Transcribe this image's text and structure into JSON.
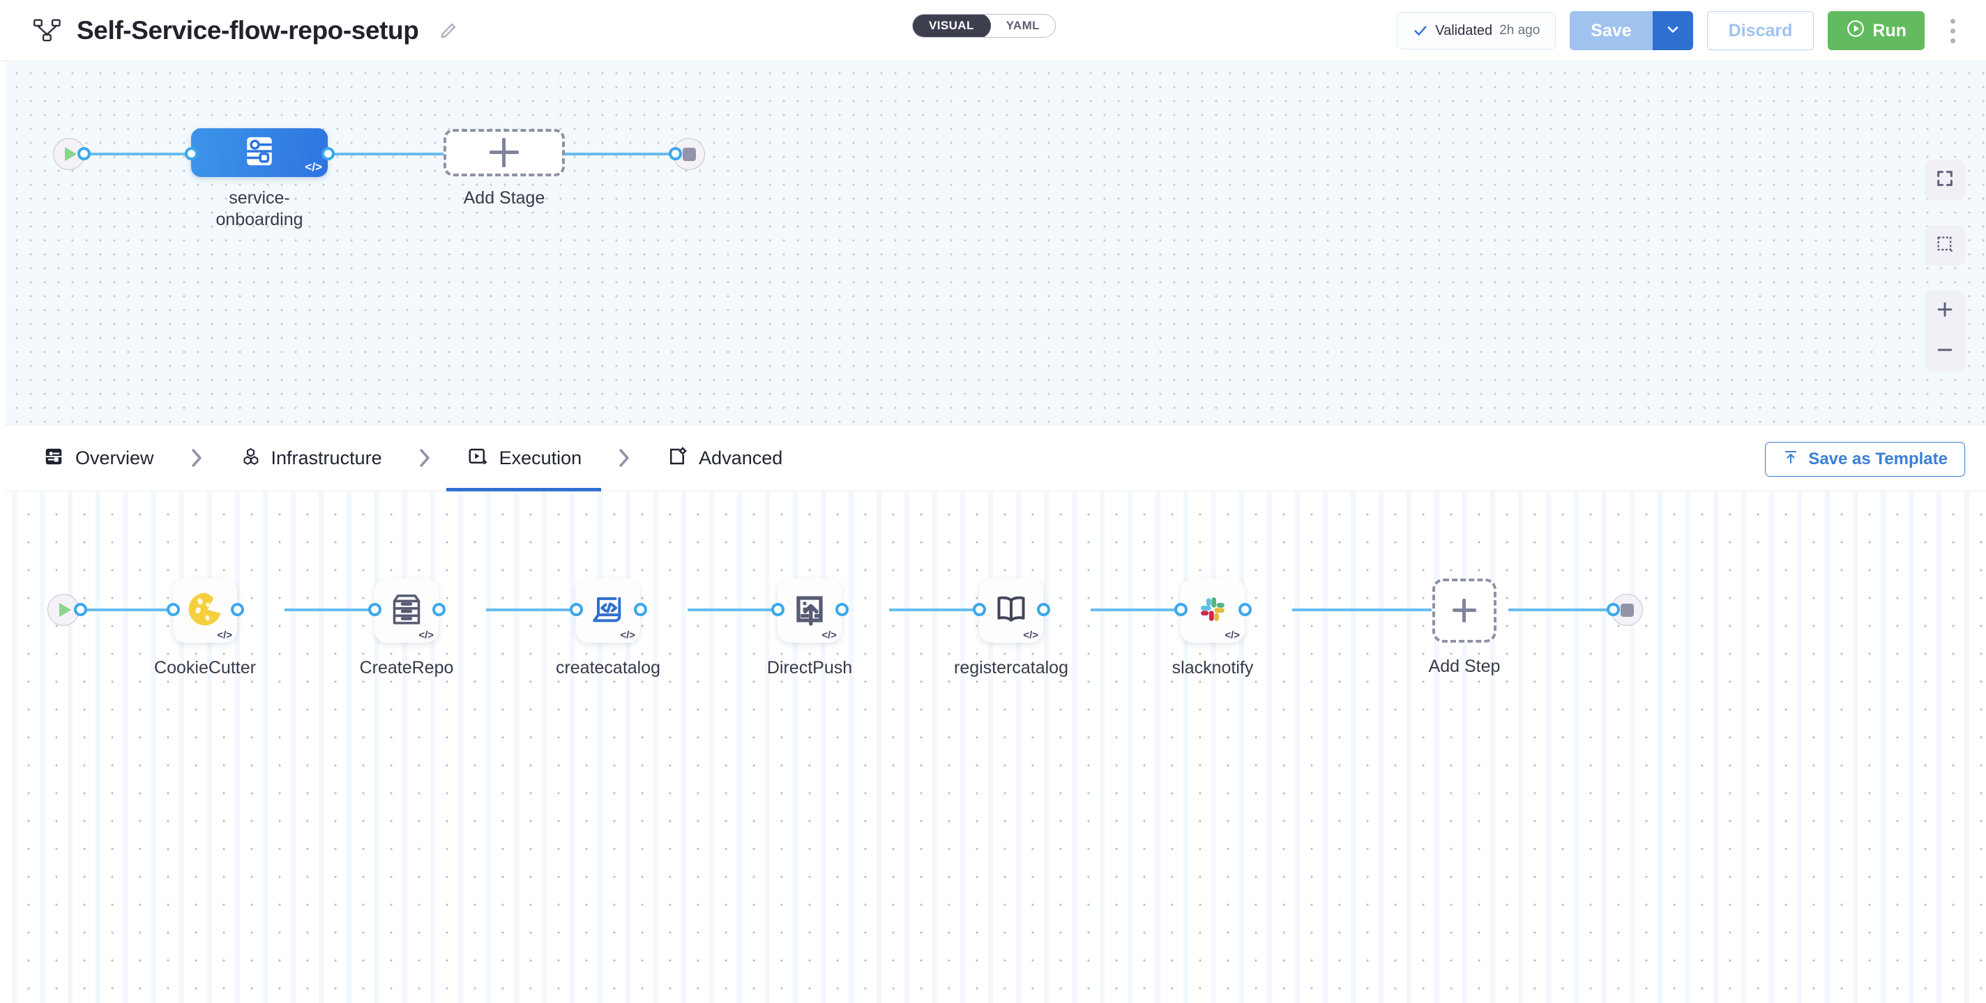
{
  "header": {
    "pipeline_icon": "pipeline-nodes-icon",
    "title": "Self-Service-flow-repo-setup",
    "edit_icon": "pencil-edit-icon",
    "view_toggle": {
      "options": [
        "VISUAL",
        "YAML"
      ],
      "selected": "VISUAL"
    },
    "validated": {
      "icon": "check-icon",
      "label": "Validated",
      "time": "2h ago"
    },
    "save_label": "Save",
    "save_caret_icon": "chevron-down-icon",
    "discard_label": "Discard",
    "run_label": "Run",
    "run_icon": "play-circle-icon",
    "more_icon": "kebab-menu-icon"
  },
  "stage_canvas": {
    "start_node": {
      "icon": "play-icon"
    },
    "stage": {
      "name": "service-\nonboarding",
      "icon": "stage-deploy-icon",
      "code_badge": "</>",
      "selected": true
    },
    "add_stage": {
      "label": "Add Stage",
      "icon": "plus-icon"
    },
    "end_node": {
      "icon": "stop-icon"
    },
    "zoom_controls": [
      {
        "name": "fit-to-screen",
        "icon": "fit-screen-icon"
      },
      {
        "name": "select-area",
        "icon": "marquee-select-icon"
      },
      {
        "name": "zoom-in",
        "icon": "plus-icon"
      },
      {
        "name": "zoom-out",
        "icon": "minus-icon"
      }
    ]
  },
  "tabs": [
    {
      "label": "Overview",
      "icon": "stage-overview-icon",
      "active": false
    },
    {
      "label": "Infrastructure",
      "icon": "hexagon-cluster-icon",
      "active": false
    },
    {
      "label": "Execution",
      "icon": "play-square-icon",
      "active": true
    },
    {
      "label": "Advanced",
      "icon": "gear-card-icon",
      "active": false
    }
  ],
  "tab_separator_icon": "chevron-right-icon",
  "save_as_template": {
    "label": "Save as Template",
    "icon": "upload-template-icon"
  },
  "execution_canvas": {
    "start_node": {
      "icon": "play-icon"
    },
    "steps": [
      {
        "name": "CookieCutter",
        "icon": "cookie-icon",
        "code_badge": "</>"
      },
      {
        "name": "CreateRepo",
        "icon": "repository-icon",
        "code_badge": "</>"
      },
      {
        "name": "createcatalog",
        "icon": "code-script-icon",
        "code_badge": "</>"
      },
      {
        "name": "DirectPush",
        "icon": "push-upload-icon",
        "code_badge": "</>"
      },
      {
        "name": "registercatalog",
        "icon": "open-book-icon",
        "code_badge": "</>"
      },
      {
        "name": "slacknotify",
        "icon": "slack-icon",
        "code_badge": "</>"
      }
    ],
    "add_step": {
      "label": "Add Step",
      "icon": "plus-icon"
    },
    "end_node": {
      "icon": "stop-icon"
    }
  },
  "colors": {
    "accent_blue": "#2f6fd0",
    "edge_blue": "#68bdf0",
    "run_green": "#62bb5e",
    "stage_blue": "#3183e4",
    "canvas_top_bg": "#f3f9fc",
    "canvas_bottom_bg": "#ffffff"
  }
}
